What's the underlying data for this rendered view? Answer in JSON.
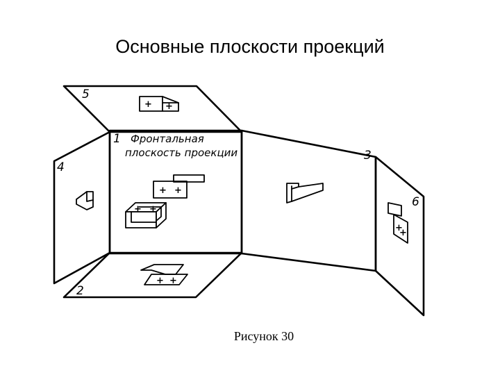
{
  "title": "Основные плоскости проекций",
  "caption": "Рисунок 30",
  "diagram": {
    "planes": [
      {
        "number": "1",
        "label_line1": "Фронтальная",
        "label_line2": "плоскость проекции"
      },
      {
        "number": "2"
      },
      {
        "number": "3"
      },
      {
        "number": "4"
      },
      {
        "number": "5"
      },
      {
        "number": "6"
      }
    ],
    "mark": "+"
  }
}
